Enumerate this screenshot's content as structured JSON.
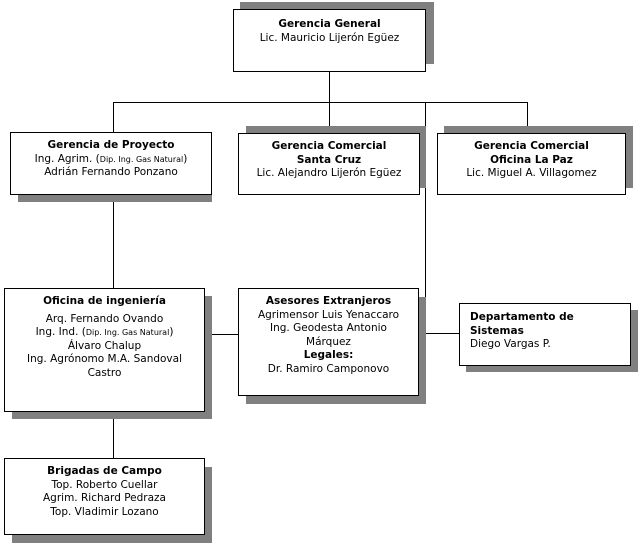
{
  "gerencia_general": {
    "title": "Gerencia General",
    "lines": [
      "Lic. Mauricio Lijerón Egüez"
    ]
  },
  "gerencia_proyecto": {
    "title": "Gerencia de Proyecto",
    "line1_a": "Ing. Agrim. (",
    "line1_b": "Dip. Ing. Gas Natural",
    "line1_c": ")",
    "line2": "Adrián Fernando Ponzano"
  },
  "gerencia_santa_cruz": {
    "title1": "Gerencia Comercial",
    "title2": "Santa Cruz",
    "line": "Lic. Alejandro Lijerón Egüez"
  },
  "gerencia_la_paz": {
    "title1": "Gerencia Comercial",
    "title2": "Oficina La Paz",
    "line": "Lic. Miguel A. Villagomez"
  },
  "oficina_ingenieria": {
    "title": "Oficina de ingeniería",
    "line1": "Arq. Fernando Ovando",
    "line2_a": "Ing. Ind. (",
    "line2_b": "Dip. Ing. Gas Natural",
    "line2_c": ")",
    "line3": "Álvaro Chalup",
    "line4": "Ing. Agrónomo M.A. Sandoval",
    "line5": "Castro"
  },
  "asesores": {
    "title": "Asesores Extranjeros",
    "line1": "Agrimensor Luis Yenaccaro",
    "line2": "Ing. Geodesta Antonio",
    "line3": "Márquez",
    "title2": "Legales:",
    "line4": "Dr. Ramiro Camponovo"
  },
  "sistemas": {
    "title1": "Departamento de",
    "title2": "Sistemas",
    "line": "Diego Vargas P."
  },
  "brigadas": {
    "title": "Brigadas de Campo",
    "line1": "Top. Roberto Cuellar",
    "line2": "Agrim. Richard Pedraza",
    "line3": "Top. Vladimir Lozano"
  }
}
